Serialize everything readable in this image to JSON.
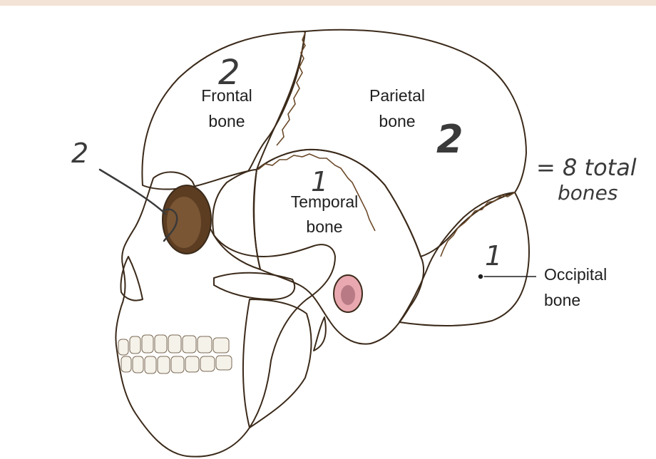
{
  "labels": {
    "frontal": [
      "Frontal",
      "bone"
    ],
    "parietal": [
      "Parietal",
      "bone"
    ],
    "temporal": [
      "Temporal",
      "bone"
    ],
    "occipital": [
      "Occipital",
      "bone"
    ]
  },
  "annotations": {
    "frontal_count": "2",
    "parietal_count": "2",
    "temporal_count": "1",
    "occipital_count": "1",
    "orbit_count": "2",
    "total_line1": "= 8 total",
    "total_line2": "bones"
  },
  "colors": {
    "frontal": "#e98b7a",
    "parietal": "#c9d9e2",
    "temporal": "#f1bcc4",
    "occipital": "#98b57a",
    "bone": "#dcb47c",
    "top_bar": "#f3e3d6"
  }
}
